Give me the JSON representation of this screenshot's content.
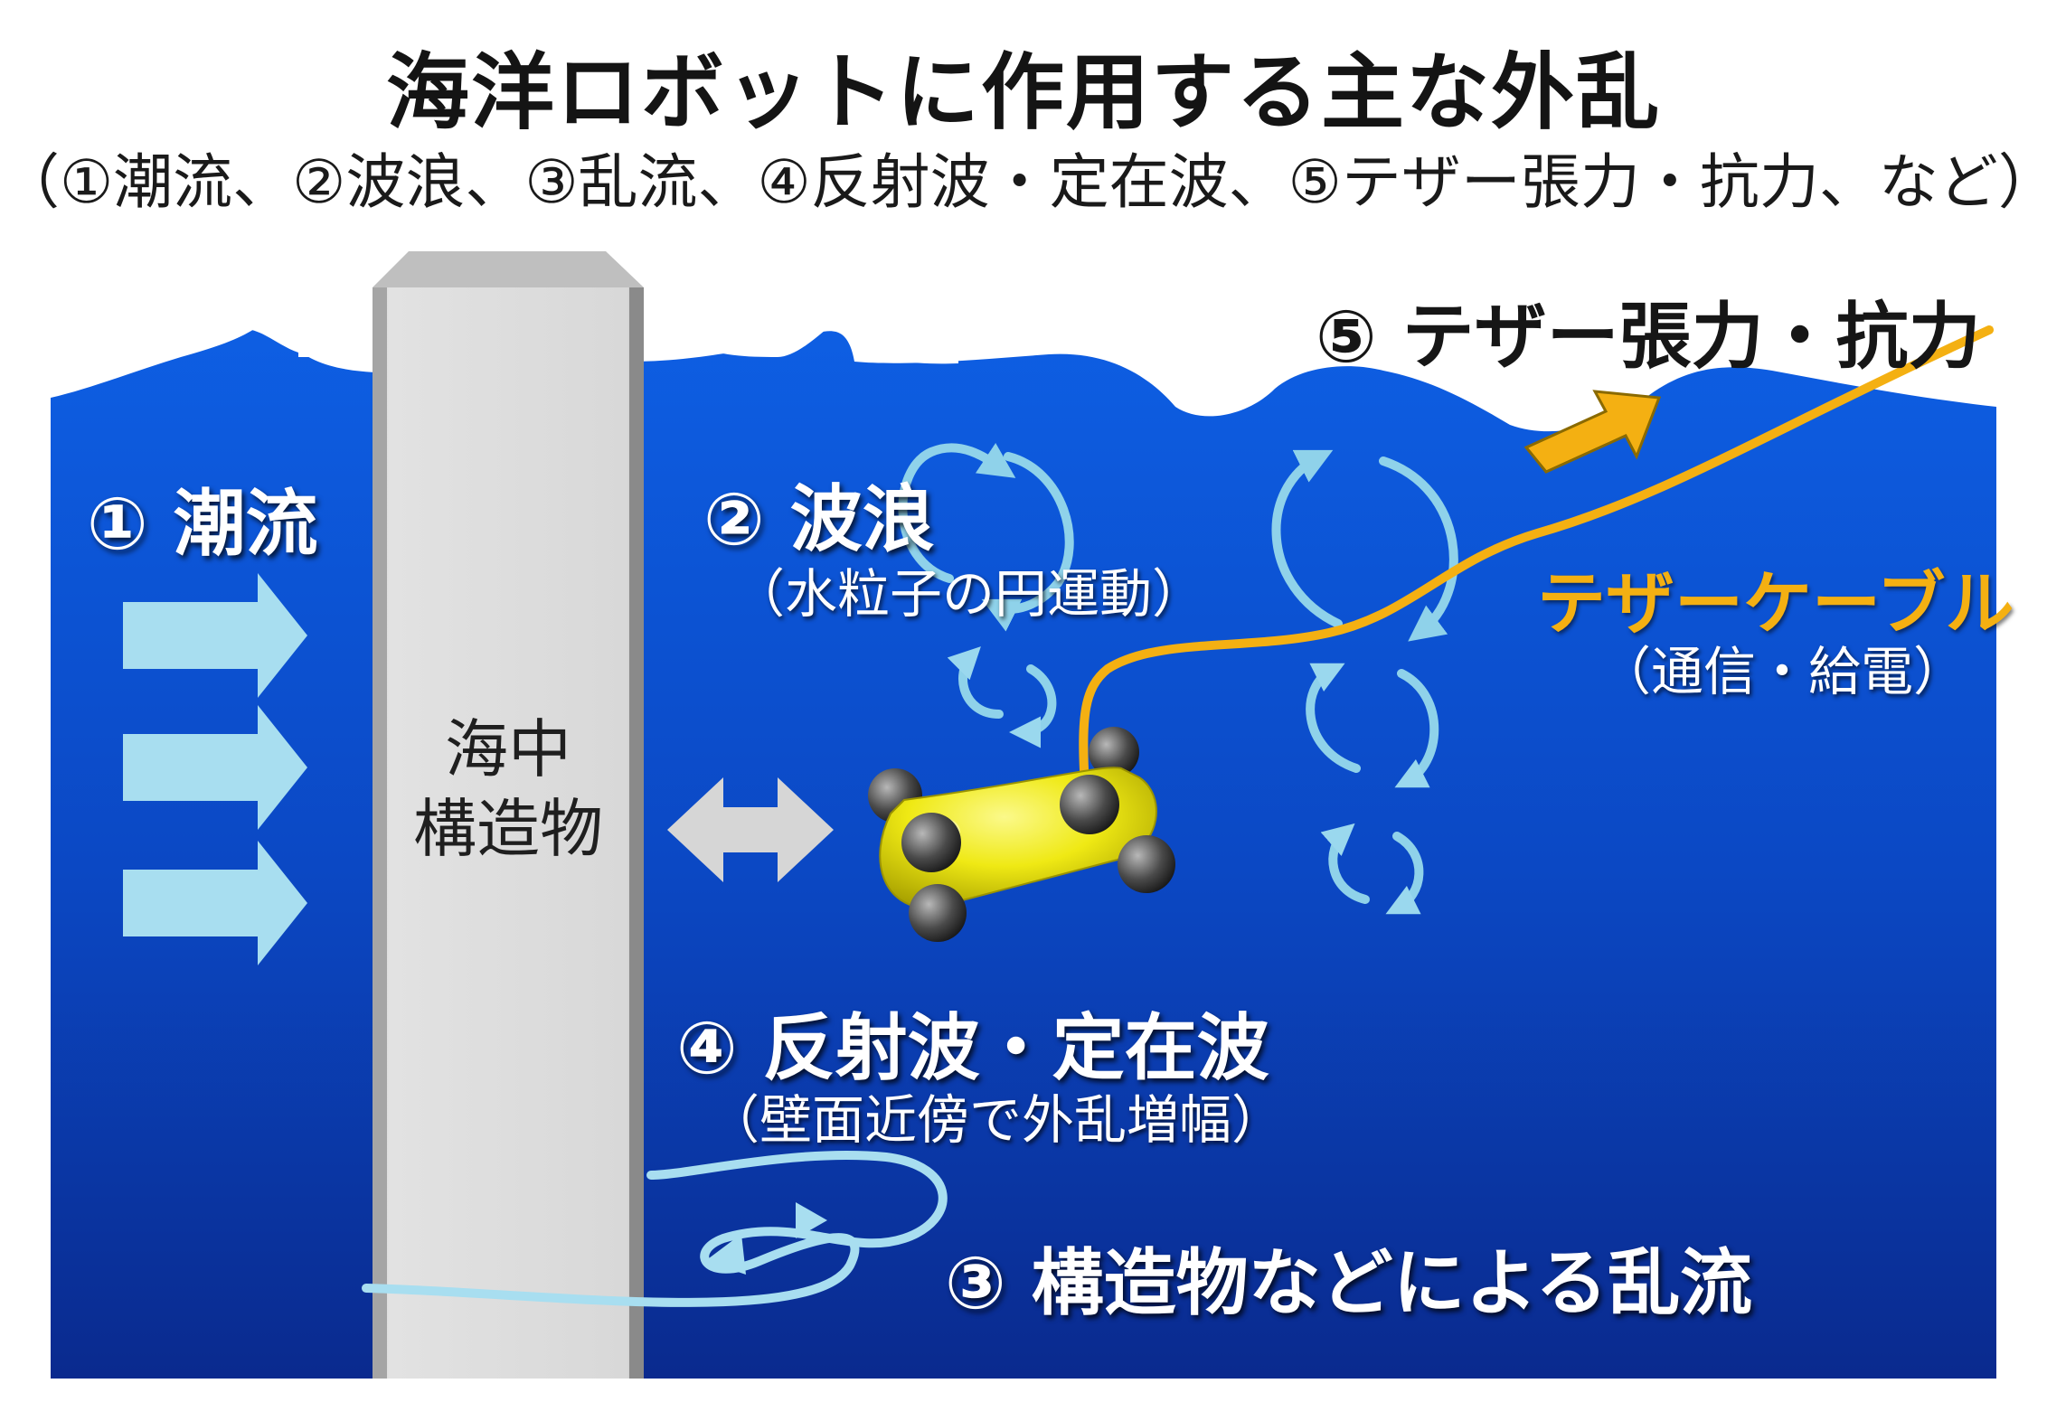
{
  "title": "海洋ロボットに作用する主な外乱",
  "subtitle": "（①潮流、②波浪、③乱流、④反射波・定在波、⑤テザー張力・抗力、など）",
  "labels": {
    "tidal_current": "① 潮流",
    "waves": "② 波浪",
    "waves_note": "（水粒子の円運動）",
    "turbulence": "③ 構造物などによる乱流",
    "reflected_wave": "④ 反射波・定在波",
    "reflected_wave_note": "（壁面近傍で外乱増幅）",
    "tether": "⑤ テザー張力・抗力",
    "structure_line1": "海中",
    "structure_line2": "構造物",
    "cable": "テザーケーブル",
    "cable_note": "（通信・給電）"
  },
  "colors": {
    "water_deep": "#0a2f9e",
    "water_mid": "#0c55d6",
    "foam": "#ffffff",
    "current_arrow": "#a8def0",
    "cable": "#f4b012",
    "robot_body": "#f3ee18",
    "pillar": "#d9d9d9"
  },
  "icons": {
    "robot": "underwater-rov-icon",
    "current": "right-arrow-icon",
    "double_arrow": "double-arrow-icon",
    "tether_arrow": "up-right-arrow-icon",
    "orbit": "circular-orbit-icon"
  }
}
